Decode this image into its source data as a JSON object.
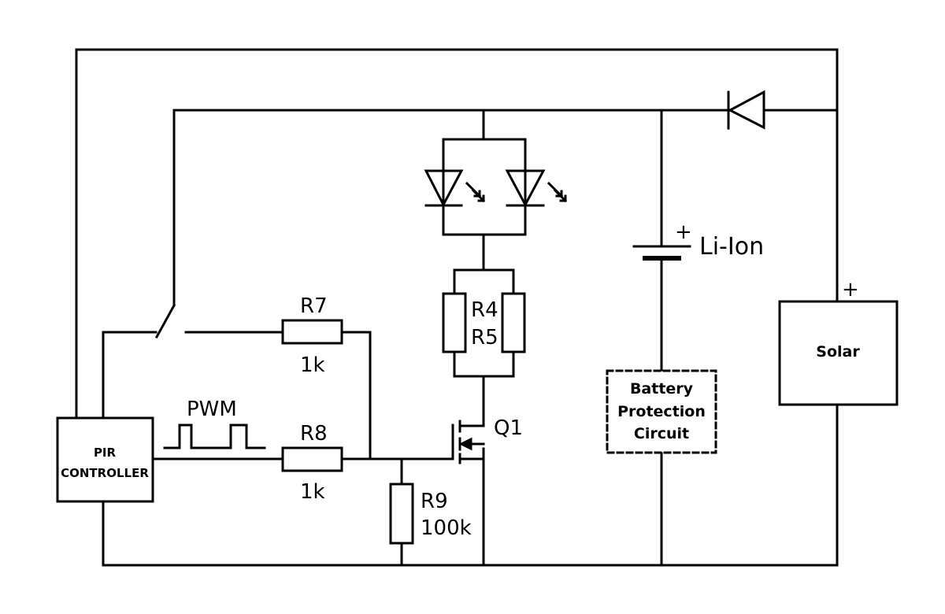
{
  "labels": {
    "r7": "R7",
    "r7_value": "1k",
    "r8": "R8",
    "r8_value": "1k",
    "r9": "R9",
    "r9_value": "100k",
    "r4": "R4",
    "r5": "R5",
    "q1": "Q1",
    "pwm": "PWM",
    "battery": "Li-Ion",
    "battery_plus": "+",
    "solar": "Solar",
    "solar_plus": "+",
    "pir_line1": "PIR",
    "pir_line2": "CONTROLLER",
    "bpc_line1": "Battery",
    "bpc_line2": "Protection",
    "bpc_line3": "Circuit"
  },
  "icons": {
    "diode": "diode-icon",
    "led": "led-icon",
    "switch": "switch-icon",
    "mosfet": "mosfet-icon",
    "battery": "battery-icon",
    "resistor": "resistor-icon"
  }
}
